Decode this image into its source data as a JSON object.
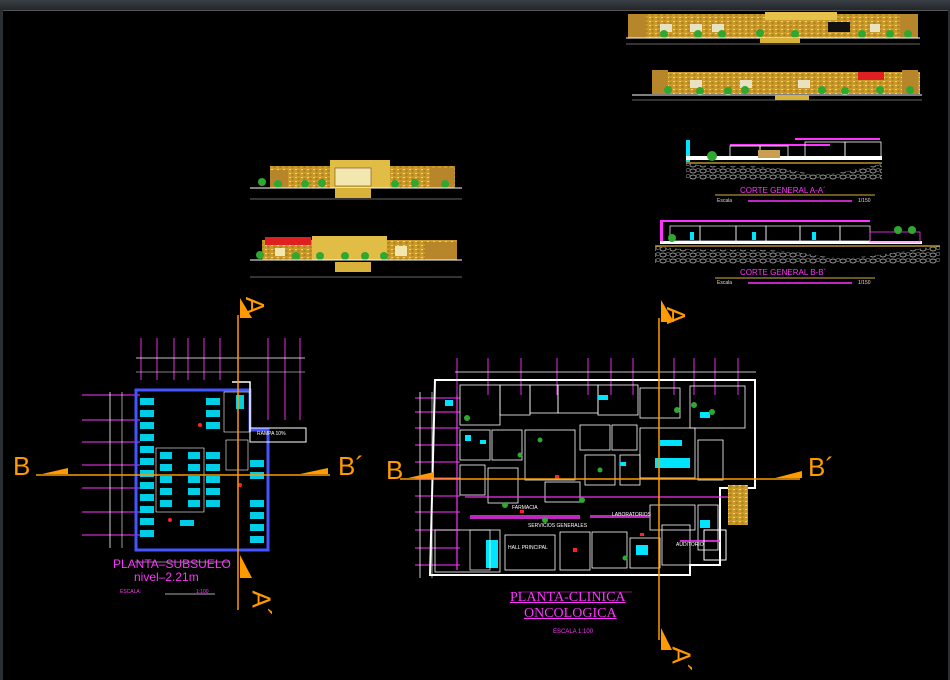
{
  "drawing": {
    "basement": {
      "title": "PLANTA–SUBSUELO",
      "level": "nivel–2.21m",
      "scale_label": "ESCALA:",
      "scale_value": "1:100"
    },
    "clinic": {
      "title_line1": "PLANTA-CLINICA",
      "title_line2": "ONCOLOGICA",
      "scale": "ESCALA 1:100"
    },
    "section_a": {
      "title": "CORTE GENERAL A-A´",
      "scale_label": "Escala",
      "scale_value": "1/150"
    },
    "section_b": {
      "title": "CORTE GENERAL B-B´",
      "scale_label": "Escala",
      "scale_value": "1/150"
    },
    "section_markers": {
      "a_top_left": "A",
      "a_bottom_left": "A´",
      "b_left_1": "B",
      "b_right_1": "B´",
      "a_top_right": "A",
      "a_bottom_right": "A´",
      "b_left_2": "B",
      "b_right_2": "B´"
    },
    "room_labels": {
      "laboratories": "LABORATORIOS",
      "general_services": "SERVICIOS GENERALES",
      "pharmacy": "FARMACIA",
      "main_hall": "HALL PRINCIPAL",
      "auditorium": "AUDITORIO",
      "ramp": "RAMPA 10%"
    }
  },
  "colors": {
    "background": "#000000",
    "accent_pink": "#ff33ff",
    "axis_orange": "#ff9a00",
    "wall_white": "#ffffff",
    "fixture_cyan": "#00e5ff",
    "facade_yellow": "#d8b23a",
    "tree_green": "#2fa832"
  }
}
